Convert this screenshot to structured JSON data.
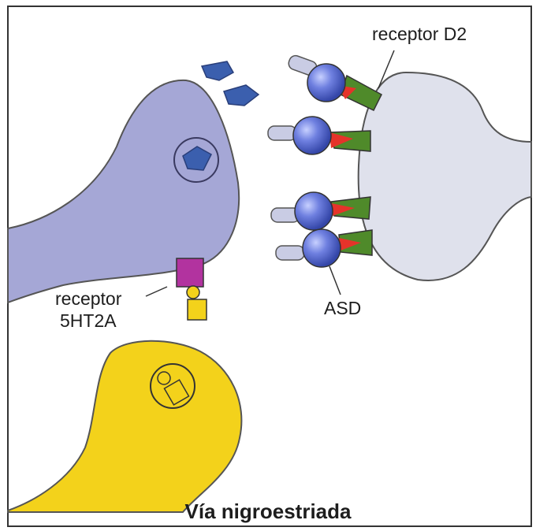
{
  "labels": {
    "receptor_d2": "receptor D2",
    "receptor_5ht2a_line1": "receptor",
    "receptor_5ht2a_line2": "5HT2A",
    "asd": "ASD"
  },
  "title": "Vía nigroestriada",
  "colors": {
    "presynaptic_neuron": "#a5a7d6",
    "postsynaptic_neuron": "#dfe1ec",
    "serotonergic_neuron": "#f3d21b",
    "dopamine": "#3b5fae",
    "d2_receptor": "#4f8a2a",
    "antipsychotic": "#5a73d8",
    "receptor_5ht2a": "#b2339f",
    "outline": "#555555"
  },
  "icons": [
    "dopamine-molecule-icon",
    "serotonin-molecule-icon",
    "antipsychotic-molecule-icon",
    "d2-receptor-icon",
    "5ht2a-receptor-icon",
    "vesicle-icon"
  ]
}
